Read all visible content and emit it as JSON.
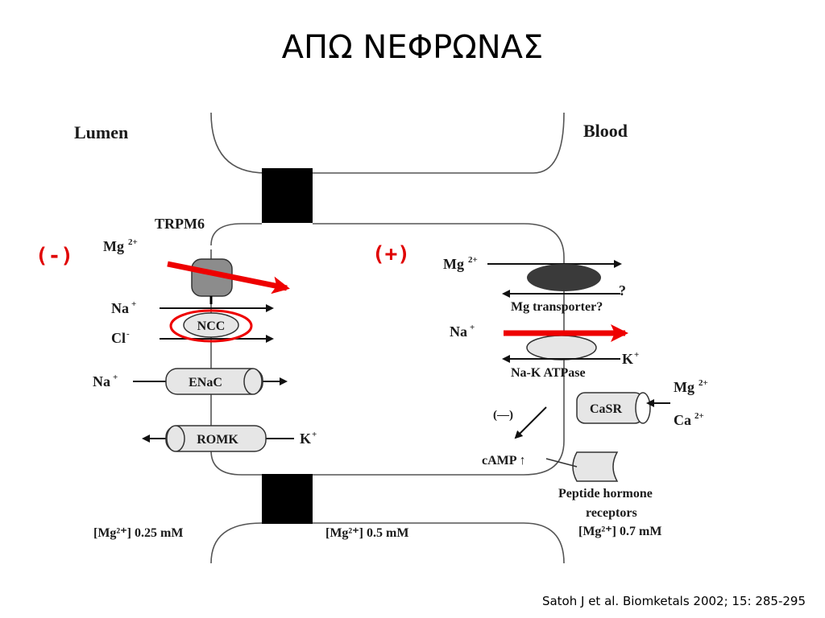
{
  "slide": {
    "title": "ΑΠΩ ΝΕΦΡΩΝΑΣ",
    "citation": "Satoh J et al. Biomketals 2002; 15: 285-295"
  },
  "diagram": {
    "lumen": "Lumen",
    "blood": "Blood",
    "trpm6": "TRPM6",
    "minus": "(-)",
    "plus": "(+)",
    "left": {
      "mg": "Mg",
      "na1": "Na",
      "cl": "Cl",
      "ncc": "NCC",
      "na2": "Na",
      "enac": "ENaC",
      "romk": "ROMK",
      "k": "K",
      "conc": "[Mg²⁺] 0.25 mM"
    },
    "right": {
      "mg": "Mg",
      "question": "?",
      "mg_transporter": "Mg transporter?",
      "na": "Na",
      "k": "K",
      "atpase": "Na-K ATPase",
      "casr": "CaSR",
      "mg_ext": "Mg",
      "ca_ext": "Ca",
      "inhibit": "(—)",
      "camp": "cAMP ↑",
      "peptide_line1": "Peptide hormone",
      "peptide_line2": "receptors",
      "conc": "[Mg²⁺] 0.7 mM"
    },
    "cell_conc": "[Mg²⁺] 0.5 mM",
    "sup2plus": "2+",
    "sup_plus": "+",
    "sup_minus": "-"
  }
}
